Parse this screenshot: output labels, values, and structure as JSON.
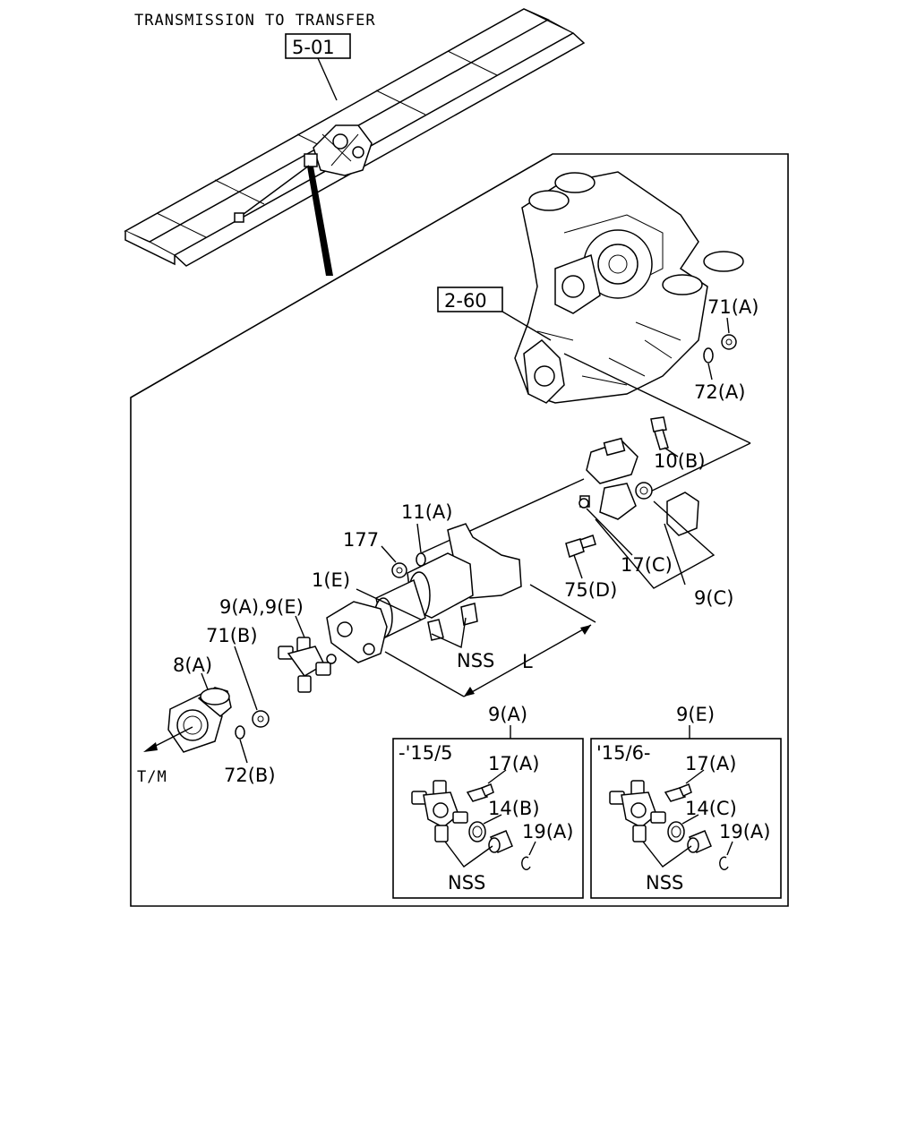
{
  "header": {
    "title": "TRANSMISSION TO TRANSFER",
    "ref_top": "5-01",
    "ref_transfer": "2-60"
  },
  "callouts": {
    "c71a": "71(A)",
    "c72a": "72(A)",
    "c10b": "10(B)",
    "c11a": "11(A)",
    "c177": "177",
    "c17c": "17(C)",
    "c75d": "75(D)",
    "c9c": "9(C)",
    "c1e": "1(E)",
    "c9a9e": "9(A),9(E)",
    "c71b": "71(B)",
    "c8a": "8(A)",
    "nss_main": "NSS",
    "length": "L",
    "tm": "T/M",
    "c72b": "72(B)"
  },
  "inset_a": {
    "label": "9(A)",
    "date_range": "-'15/5",
    "c17": "17(A)",
    "c14": "14(B)",
    "c19": "19(A)",
    "nss": "NSS"
  },
  "inset_e": {
    "label": "9(E)",
    "date_range": "'15/6-",
    "c17": "17(A)",
    "c14": "14(C)",
    "c19": "19(A)",
    "nss": "NSS"
  }
}
